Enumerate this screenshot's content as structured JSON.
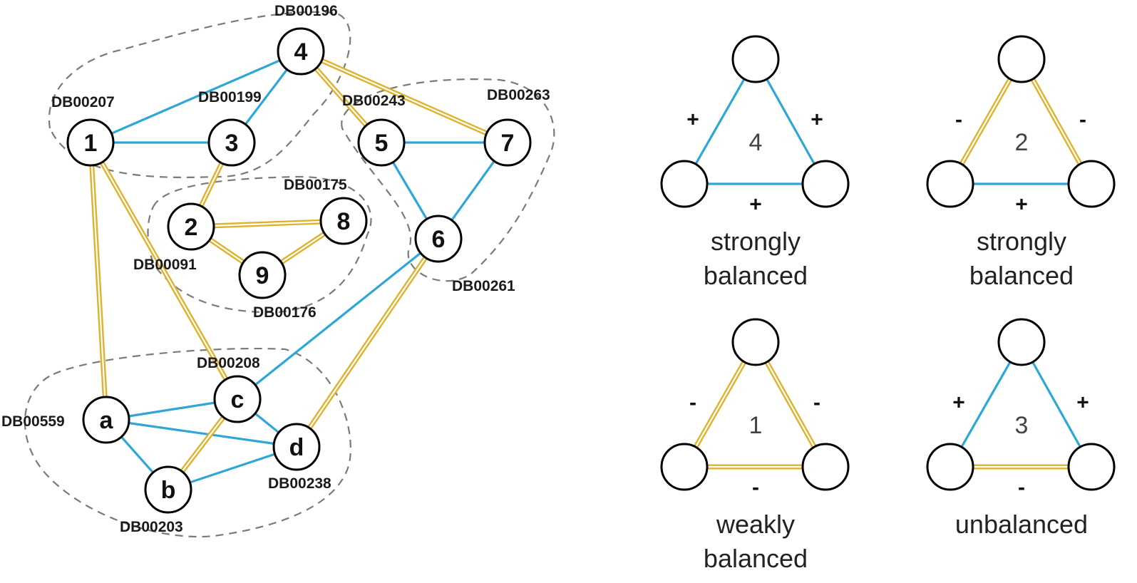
{
  "graph": {
    "nodes": [
      {
        "id": "1",
        "label": "1"
      },
      {
        "id": "2",
        "label": "2"
      },
      {
        "id": "3",
        "label": "3"
      },
      {
        "id": "4",
        "label": "4"
      },
      {
        "id": "5",
        "label": "5"
      },
      {
        "id": "6",
        "label": "6"
      },
      {
        "id": "7",
        "label": "7"
      },
      {
        "id": "8",
        "label": "8"
      },
      {
        "id": "9",
        "label": "9"
      },
      {
        "id": "a",
        "label": "a"
      },
      {
        "id": "b",
        "label": "b"
      },
      {
        "id": "c",
        "label": "c"
      },
      {
        "id": "d",
        "label": "d"
      }
    ],
    "edges": [
      {
        "from": "1",
        "to": "4",
        "sign": "+"
      },
      {
        "from": "1",
        "to": "3",
        "sign": "+"
      },
      {
        "from": "3",
        "to": "4",
        "sign": "+"
      },
      {
        "from": "4",
        "to": "5",
        "sign": "-"
      },
      {
        "from": "4",
        "to": "7",
        "sign": "-"
      },
      {
        "from": "5",
        "to": "7",
        "sign": "+"
      },
      {
        "from": "5",
        "to": "6",
        "sign": "+"
      },
      {
        "from": "7",
        "to": "6",
        "sign": "+"
      },
      {
        "from": "3",
        "to": "2",
        "sign": "-"
      },
      {
        "from": "2",
        "to": "8",
        "sign": "-"
      },
      {
        "from": "2",
        "to": "9",
        "sign": "-"
      },
      {
        "from": "9",
        "to": "8",
        "sign": "-"
      },
      {
        "from": "1",
        "to": "a",
        "sign": "-"
      },
      {
        "from": "1",
        "to": "c",
        "sign": "-"
      },
      {
        "from": "6",
        "to": "c",
        "sign": "+"
      },
      {
        "from": "6",
        "to": "d",
        "sign": "-"
      },
      {
        "from": "a",
        "to": "c",
        "sign": "+"
      },
      {
        "from": "a",
        "to": "d",
        "sign": "+"
      },
      {
        "from": "a",
        "to": "b",
        "sign": "+"
      },
      {
        "from": "c",
        "to": "d",
        "sign": "+"
      },
      {
        "from": "c",
        "to": "b",
        "sign": "-"
      },
      {
        "from": "b",
        "to": "d",
        "sign": "+"
      }
    ],
    "db_labels": [
      "DB00196",
      "DB00207",
      "DB00199",
      "DB00243",
      "DB00263",
      "DB00175",
      "DB00091",
      "DB00176",
      "DB00261",
      "DB00208",
      "DB00559",
      "DB00238",
      "DB00203"
    ]
  },
  "legend": {
    "triangles": [
      {
        "number": "4",
        "left_sign": "+",
        "right_sign": "+",
        "bottom_sign": "+",
        "caption_line1": "strongly",
        "caption_line2": "balanced"
      },
      {
        "number": "2",
        "left_sign": "-",
        "right_sign": "-",
        "bottom_sign": "+",
        "caption_line1": "strongly",
        "caption_line2": "balanced"
      },
      {
        "number": "1",
        "left_sign": "-",
        "right_sign": "-",
        "bottom_sign": "-",
        "caption_line1": "weakly",
        "caption_line2": "balanced"
      },
      {
        "number": "3",
        "left_sign": "+",
        "right_sign": "+",
        "bottom_sign": "-",
        "caption_line1": "unbalanced",
        "caption_line2": ""
      }
    ]
  },
  "colors": {
    "positive_edge": "#2ea6d8",
    "negative_edge": "#e0b22c",
    "cluster_outline": "#7a7a7a"
  }
}
